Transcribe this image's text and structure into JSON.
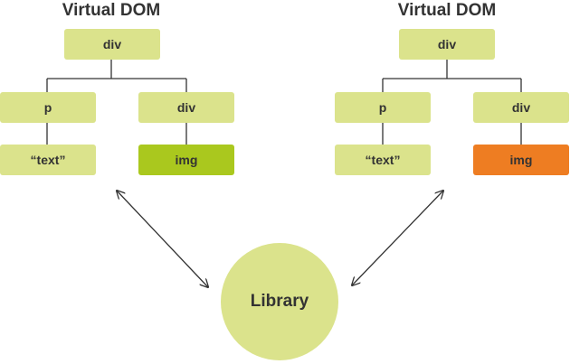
{
  "colors": {
    "node_fill": "#dbe38c",
    "highlight_left": "#aac81e",
    "highlight_right": "#ee7d22",
    "circle_fill": "#dbe38c",
    "line": "#333333"
  },
  "left_tree": {
    "title": "Virtual DOM",
    "root": "div",
    "child1": "p",
    "child2": "div",
    "leaf1": "“text”",
    "leaf2": "img"
  },
  "right_tree": {
    "title": "Virtual DOM",
    "root": "div",
    "child1": "p",
    "child2": "div",
    "leaf1": "“text”",
    "leaf2": "img"
  },
  "library": {
    "label": "Library"
  }
}
